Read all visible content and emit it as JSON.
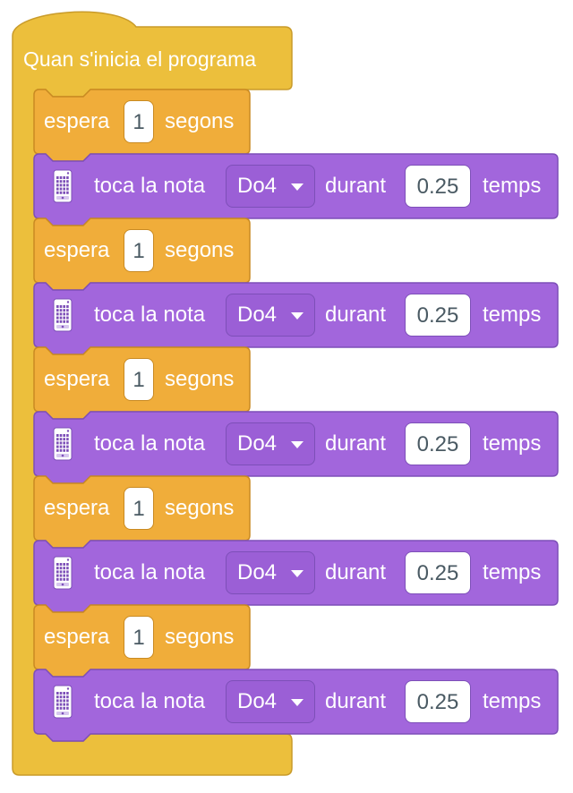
{
  "hat": {
    "label": "Quan s'inicia el programa"
  },
  "steps": [
    {
      "wait": {
        "prefix": "espera",
        "value": "1",
        "suffix": "segons"
      },
      "note": {
        "icon": "brain-device-icon",
        "prefix": "toca la nota",
        "note": "Do4",
        "middle": "durant",
        "duration": "0.25",
        "suffix": "temps"
      }
    },
    {
      "wait": {
        "prefix": "espera",
        "value": "1",
        "suffix": "segons"
      },
      "note": {
        "icon": "brain-device-icon",
        "prefix": "toca la nota",
        "note": "Do4",
        "middle": "durant",
        "duration": "0.25",
        "suffix": "temps"
      }
    },
    {
      "wait": {
        "prefix": "espera",
        "value": "1",
        "suffix": "segons"
      },
      "note": {
        "icon": "brain-device-icon",
        "prefix": "toca la nota",
        "note": "Do4",
        "middle": "durant",
        "duration": "0.25",
        "suffix": "temps"
      }
    },
    {
      "wait": {
        "prefix": "espera",
        "value": "1",
        "suffix": "segons"
      },
      "note": {
        "icon": "brain-device-icon",
        "prefix": "toca la nota",
        "note": "Do4",
        "middle": "durant",
        "duration": "0.25",
        "suffix": "temps"
      }
    },
    {
      "wait": {
        "prefix": "espera",
        "value": "1",
        "suffix": "segons"
      },
      "note": {
        "icon": "brain-device-icon",
        "prefix": "toca la nota",
        "note": "Do4",
        "middle": "durant",
        "duration": "0.25",
        "suffix": "temps"
      }
    }
  ],
  "colors": {
    "hat": "#ecbf3c",
    "hat_border": "#c99b2a",
    "control": "#f0ad3a",
    "control_border": "#c98a22",
    "sound": "#a266dc",
    "sound_border": "#7d4fb8"
  }
}
